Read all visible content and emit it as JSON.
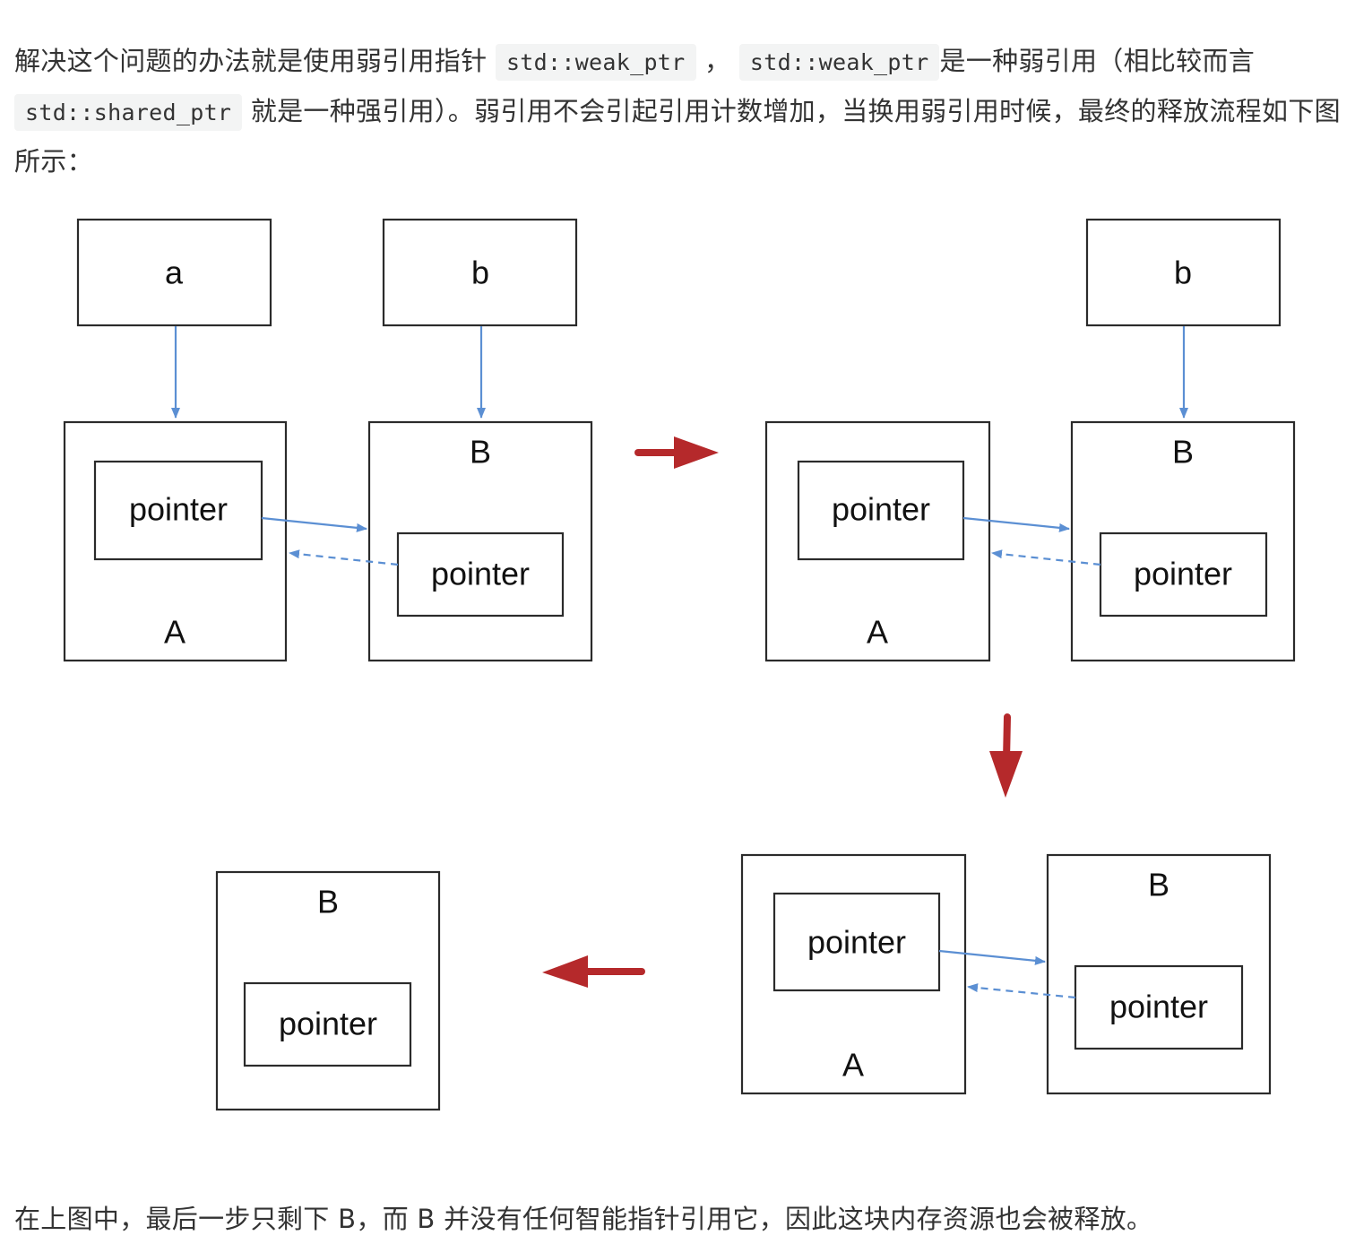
{
  "intro": {
    "part1": "解决这个问题的办法就是使用弱引用指针",
    "code1": "std::weak_ptr",
    "part2": "，",
    "code2": "std::weak_ptr",
    "part3": "是一种弱引用（相比较而言",
    "code3": "std::shared_ptr",
    "part4": "就是一种强引用）。弱引用不会引起引用计数增加，当换用弱引用时候，最终的释放流程如下图所示："
  },
  "diagram": {
    "stage1": {
      "var_a": "a",
      "var_b": "b",
      "obj_a_label": "A",
      "obj_b_label": "B",
      "obj_a_pointer": "pointer",
      "obj_b_pointer": "pointer"
    },
    "stage2": {
      "var_b": "b",
      "obj_a_label": "A",
      "obj_b_label": "B",
      "obj_a_pointer": "pointer",
      "obj_b_pointer": "pointer"
    },
    "stage3": {
      "obj_a_label": "A",
      "obj_b_label": "B",
      "obj_a_pointer": "pointer",
      "obj_b_pointer": "pointer"
    },
    "stage4": {
      "obj_b_label": "B",
      "obj_b_pointer": "pointer"
    },
    "colors": {
      "strong_ref": "#5b8fd3",
      "weak_ref": "#5b8fd3",
      "transition": "#b5292b",
      "box_stroke": "#2b2b2b"
    }
  },
  "outro": {
    "text": "在上图中，最后一步只剩下 B，而 B 并没有任何智能指针引用它，因此这块内存资源也会被释放。"
  }
}
